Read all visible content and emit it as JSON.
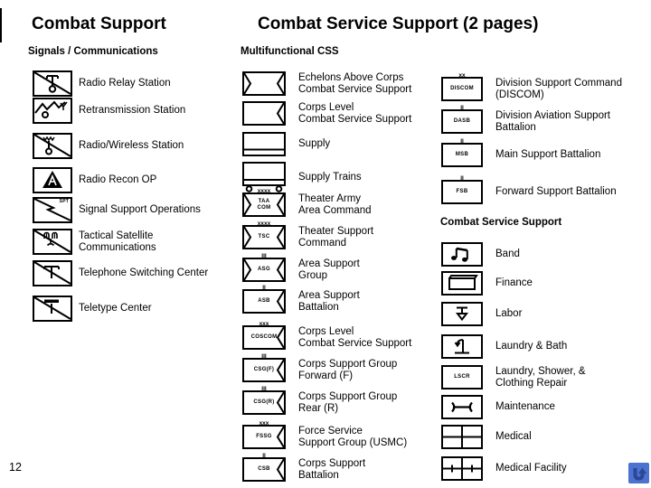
{
  "titles": {
    "left": "Combat Support",
    "right": "Combat Service Support (2 pages)"
  },
  "signals": {
    "heading": "Signals / Communications",
    "items": [
      {
        "icon": "radio-relay-station-icon",
        "label": "Radio Relay Station"
      },
      {
        "icon": "retransmission-station-icon",
        "label": "Retransmission Station"
      },
      {
        "icon": "radio-wireless-station-icon",
        "label": "Radio/Wireless Station"
      },
      {
        "icon": "radio-recon-op-icon",
        "label": "Radio Recon OP"
      },
      {
        "icon": "signal-support-operations-icon",
        "label": "Signal Support Operations",
        "code": "SPT"
      },
      {
        "icon": "tactical-satellite-communications-icon",
        "label": "Tactical Satellite\nCommunications"
      },
      {
        "icon": "telephone-switching-center-icon",
        "label": "Telephone Switching Center"
      },
      {
        "icon": "teletype-center-icon",
        "label": "Teletype Center"
      }
    ]
  },
  "multifunctional": {
    "heading": "Multifunctional CSS",
    "items": [
      {
        "icon": "eac-css-frame-icon",
        "label": "Echelons Above Corps\nCombat Service Support"
      },
      {
        "icon": "corps-css-frame-icon",
        "label": "Corps Level\nCombat Service Support"
      },
      {
        "icon": "supply-icon",
        "label": "Supply"
      },
      {
        "icon": "supply-trains-icon",
        "label": "Supply Trains"
      },
      {
        "icon": "taacom-frame-icon",
        "code": "TAA\nCOM",
        "echelon": "xxxx",
        "label": "Theater Army\nArea Command"
      },
      {
        "icon": "tsc-frame-icon",
        "code": "TSC",
        "echelon": "xxxx",
        "label": "Theater Support\nCommand"
      },
      {
        "icon": "asg-frame-icon",
        "code": "ASG",
        "echelon": "III",
        "label": "Area Support\nGroup"
      },
      {
        "icon": "asb-frame-icon",
        "code": "ASB",
        "echelon": "II",
        "label": "Area Support\nBattalion"
      },
      {
        "icon": "coscom-frame-icon",
        "code": "COSCOM",
        "echelon": "xxx",
        "label": "Corps Level\nCombat Service Support"
      },
      {
        "icon": "csg-f-frame-icon",
        "code": "CSG(F)",
        "echelon": "III",
        "label": "Corps Support Group\nForward (F)"
      },
      {
        "icon": "csg-r-frame-icon",
        "code": "CSG(R)",
        "echelon": "III",
        "label": "Corps Support Group\nRear (R)"
      },
      {
        "icon": "fssg-frame-icon",
        "code": "FSSG",
        "echelon": "xxx",
        "label": "Force Service\nSupport Group (USMC)"
      },
      {
        "icon": "csb-frame-icon",
        "code": "CSB",
        "echelon": "II",
        "label": "Corps Support\nBattalion"
      }
    ]
  },
  "division_support": {
    "items": [
      {
        "icon": "discom-box-icon",
        "code": "DISCOM",
        "echelon": "xx",
        "label": "Division Support Command\n(DISCOM)"
      },
      {
        "icon": "dasb-box-icon",
        "code": "DASB",
        "echelon": "II",
        "label": "Division Aviation Support\nBattalion"
      },
      {
        "icon": "msb-box-icon",
        "code": "MSB",
        "echelon": "II",
        "label": "Main Support Battalion"
      },
      {
        "icon": "fsb-box-icon",
        "code": "FSB",
        "echelon": "II",
        "label": "Forward Support Battalion"
      }
    ]
  },
  "css_branch": {
    "heading": "Combat Service Support",
    "items": [
      {
        "icon": "band-icon",
        "label": "Band"
      },
      {
        "icon": "finance-icon",
        "label": "Finance"
      },
      {
        "icon": "labor-icon",
        "label": "Labor"
      },
      {
        "icon": "laundry-bath-icon",
        "label": "Laundry & Bath"
      },
      {
        "icon": "lscr-box-icon",
        "code": "LSCR",
        "label": "Laundry, Shower, &\nClothing Repair"
      },
      {
        "icon": "maintenance-icon",
        "label": "Maintenance"
      },
      {
        "icon": "medical-icon",
        "label": "Medical"
      },
      {
        "icon": "medical-facility-icon",
        "label": "Medical Facility"
      }
    ]
  },
  "footer": {
    "page_number": "12",
    "nav_button": {
      "icon": "return-arrow-icon",
      "bg_color": "#4d72d0",
      "arrow_color": "#2c4795"
    }
  }
}
